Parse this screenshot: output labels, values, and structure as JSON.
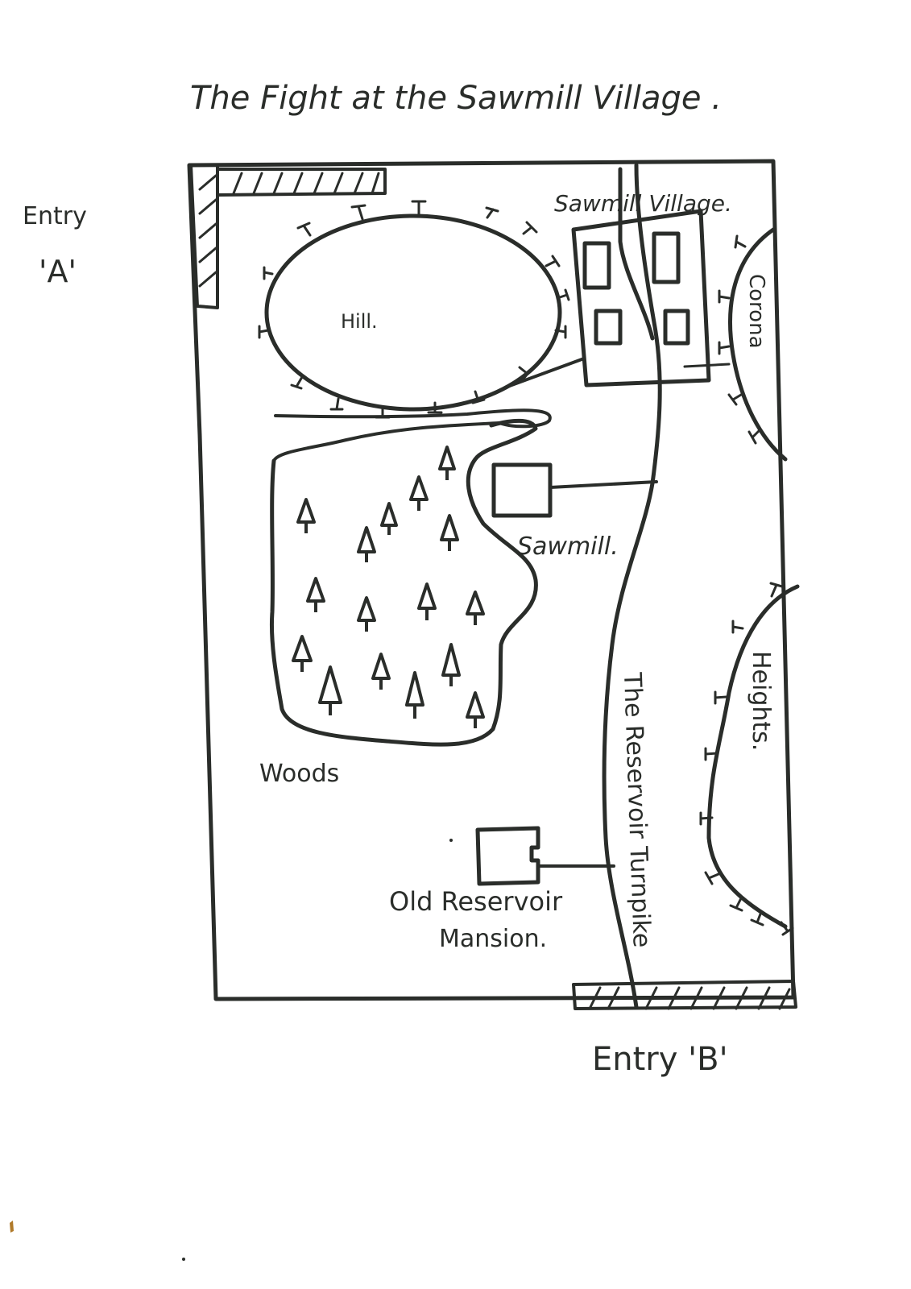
{
  "title": "The Fight at the Sawmill Village .",
  "labels": {
    "entry_a_line1": "Entry",
    "entry_a_line2": "'A'",
    "entry_b": "Entry 'B'",
    "sawmill_village": "Sawmill Village.",
    "hill": "Hill.",
    "corona": "Corona",
    "sawmill": "Sawmill.",
    "woods": "Woods",
    "heights": "Heights.",
    "turnpike": "The Reservoir Turnpike",
    "mansion_line1": "Old Reservoir",
    "mansion_line2": "Mansion."
  },
  "colors": {
    "ink": "#2a2d2a",
    "paper": "#ffffff"
  }
}
